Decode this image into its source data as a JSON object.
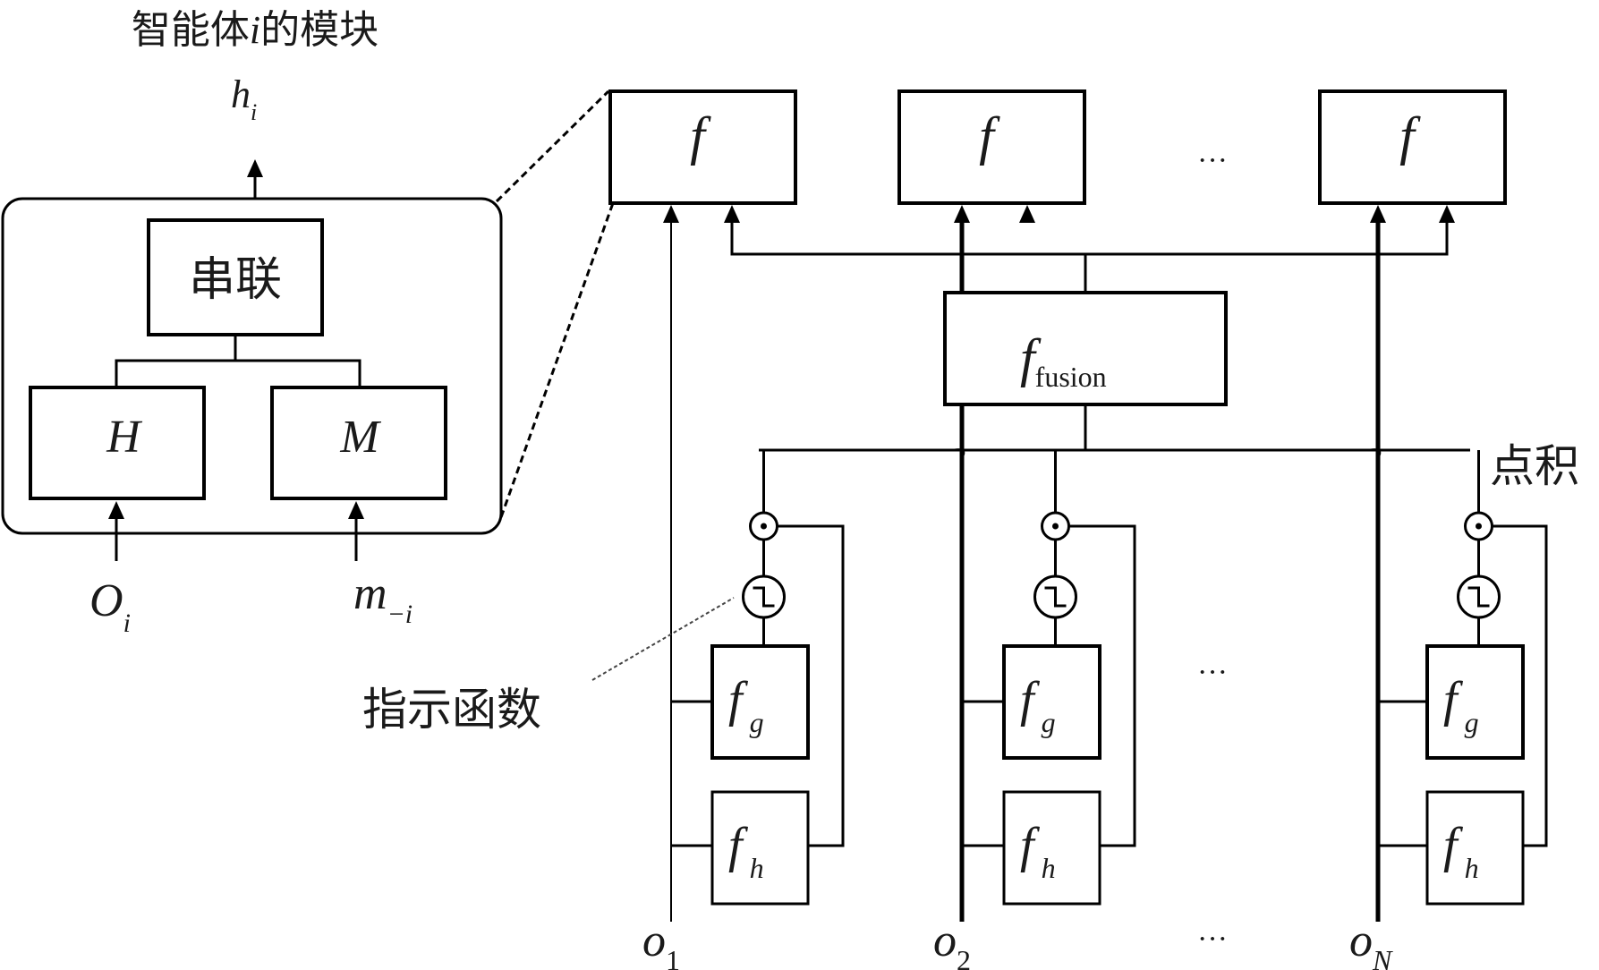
{
  "title": "智能体i的模块",
  "title_parts": {
    "before": "智能体",
    "var": "i",
    "after": "的模块"
  },
  "module_panel": {
    "output_label": {
      "base": "h",
      "sub": "i"
    },
    "concat_label": "串联",
    "h_block_label": "H",
    "m_block_label": "M",
    "input_obs_label": {
      "base": "O",
      "sub": "i"
    },
    "input_msg_label": {
      "base": "m",
      "sub": "−i"
    }
  },
  "agents": [
    {
      "f_label": "f",
      "obs_label": {
        "base": "o",
        "sub": "1"
      },
      "fg_label": {
        "base": "f",
        "sub": "g"
      },
      "fh_label": {
        "base": "f",
        "sub": "h"
      }
    },
    {
      "f_label": "f",
      "obs_label": {
        "base": "o",
        "sub": "2"
      },
      "fg_label": {
        "base": "f",
        "sub": "g"
      },
      "fh_label": {
        "base": "f",
        "sub": "h"
      }
    },
    {
      "f_label": "f",
      "obs_label": {
        "base": "o",
        "sub": "N"
      },
      "fg_label": {
        "base": "f",
        "sub": "g"
      },
      "fh_label": {
        "base": "f",
        "sub": "h"
      }
    }
  ],
  "fusion_label": {
    "base": "f",
    "sub": "fusion"
  },
  "ellipsis": "···",
  "annotations": {
    "dot_product": "点积",
    "indicator_function": "指示函数"
  },
  "operators": {
    "dot_product_symbol": "dot-product-operator",
    "indicator_symbol": "step-function-operator"
  }
}
